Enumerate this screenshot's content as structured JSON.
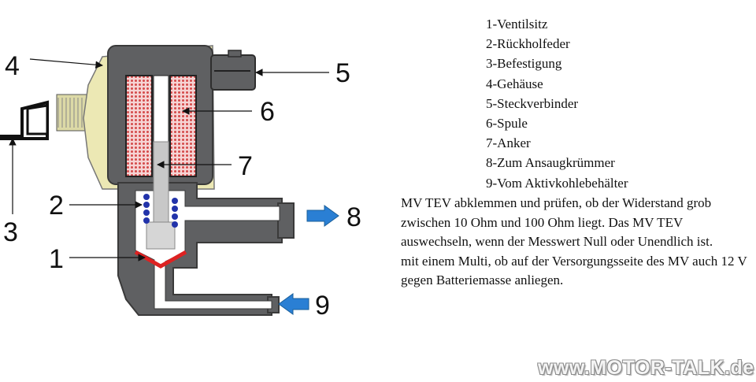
{
  "diagram": {
    "labels": [
      "1",
      "2",
      "3",
      "4",
      "5",
      "6",
      "7",
      "8",
      "9"
    ]
  },
  "legend": [
    "1-Ventilsitz",
    "2-Rückholfeder",
    "3-Befestigung",
    "4-Gehäuse",
    "5-Steckverbinder",
    "6-Spule",
    "7-Anker",
    "8-Zum Ansaugkrümmer",
    "9-Vom Aktivkohlebehälter"
  ],
  "description": {
    "paragraph1": "MV TEV abklemmen und prüfen, ob der Widerstand grob zwischen 10 Ohm und 100 Ohm liegt. Das MV TEV auswechseln, wenn der Messwert Null oder Unendlich ist.",
    "paragraph2": "mit einem Multi, ob auf der Versorgungsseite des MV auch 12 V gegen Batteriemasse anliegen."
  },
  "watermark": "www.MOTOR-TALK.de",
  "colors": {
    "body": "#5f6062",
    "housing_cap": "#ece8b4",
    "coil": "#d44a4a",
    "spring": "#2233aa",
    "valve_seat": "#dd2222",
    "flow_arrow": "#2a7fd4"
  }
}
